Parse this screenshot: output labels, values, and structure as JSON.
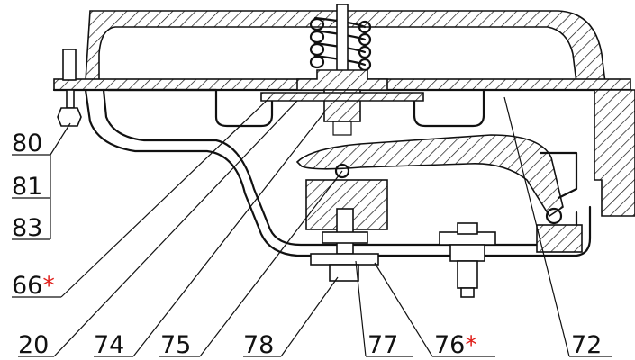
{
  "labels": {
    "l80": "80",
    "l81": "81",
    "l83": "83",
    "l66": "66",
    "l20": "20",
    "l74": "74",
    "l75": "75",
    "l78": "78",
    "l77": "77",
    "l76": "76",
    "l72": "72"
  },
  "marks": {
    "l66": "*",
    "l76": "*"
  },
  "colors": {
    "line": "#111111",
    "asterisk": "#e0201b",
    "background": "#ffffff"
  }
}
